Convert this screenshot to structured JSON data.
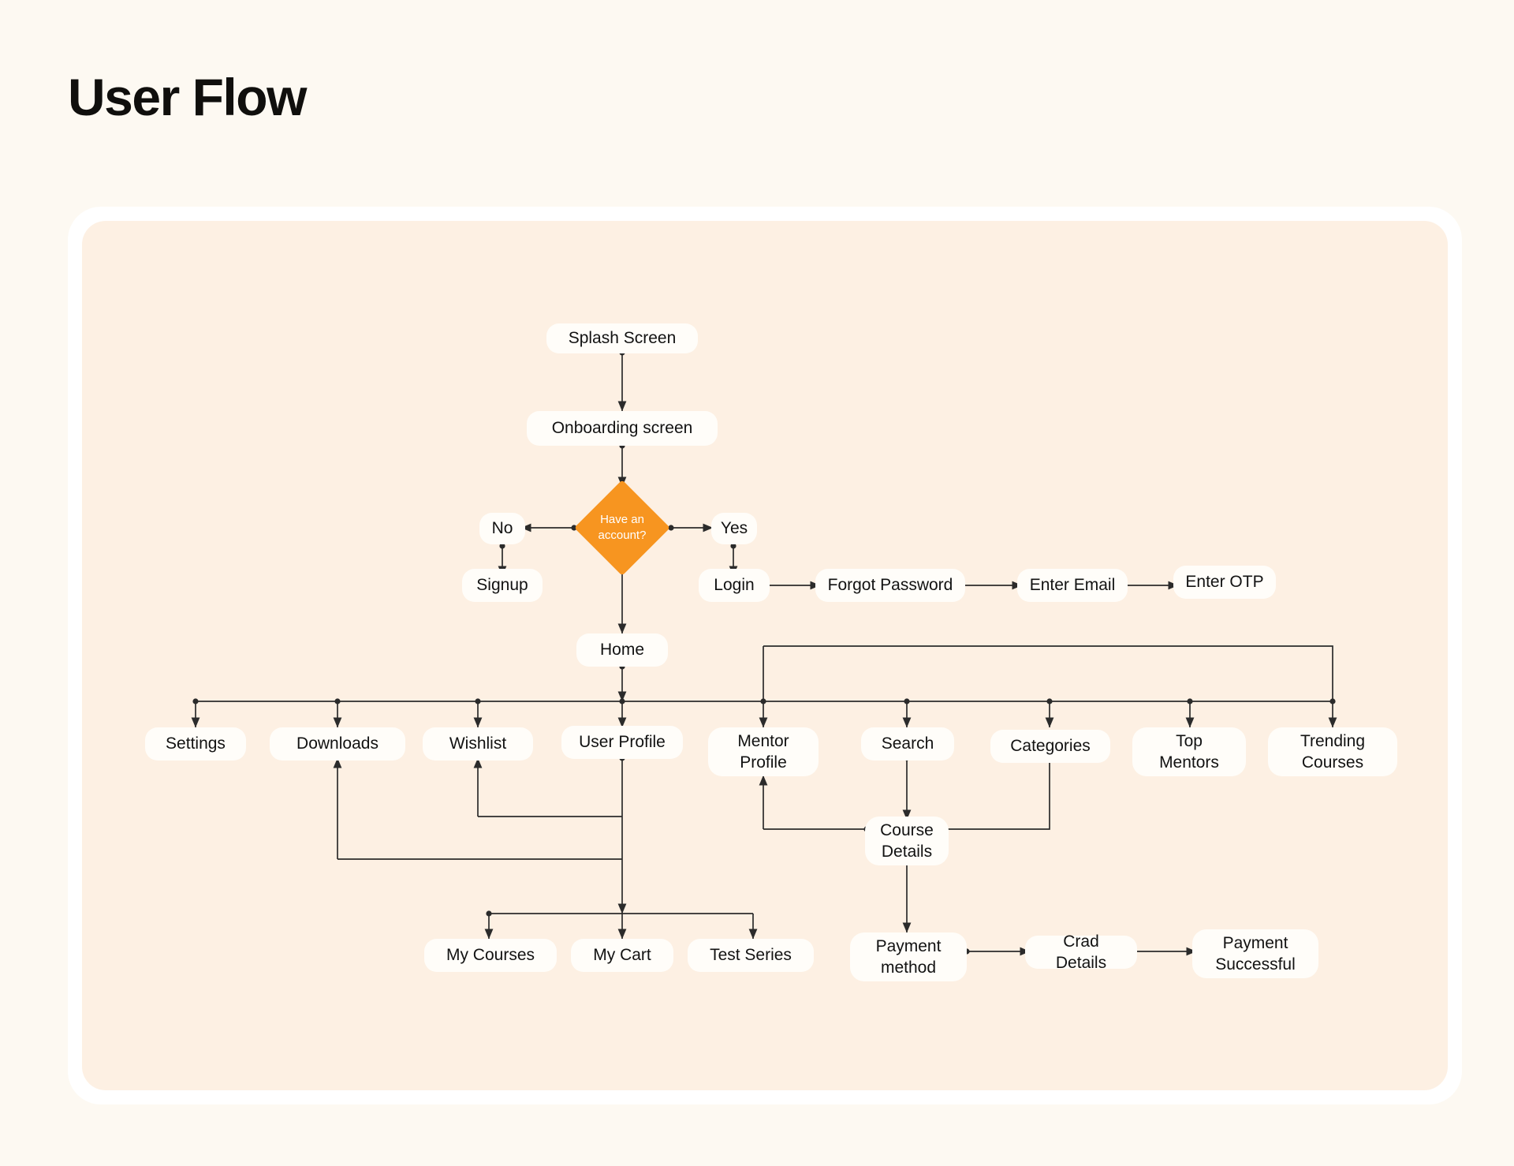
{
  "page": {
    "title": "User Flow",
    "background_color": "#fdf9f2",
    "board_color": "#fdf0e3",
    "node_color": "#fffdf9",
    "accent_color": "#f79520",
    "text_color": "#121212",
    "line_color": "#2b2b2b"
  },
  "decision": {
    "label_line1": "Have an",
    "label_line2": "account?"
  },
  "nodes": {
    "splash": "Splash Screen",
    "onboarding": "Onboarding screen",
    "no": "No",
    "yes": "Yes",
    "signup": "Signup",
    "login": "Login",
    "forgot_password": "Forgot Password",
    "enter_email": "Enter Email",
    "enter_otp": "Enter OTP",
    "home": "Home",
    "settings": "Settings",
    "downloads": "Downloads",
    "wishlist": "Wishlist",
    "user_profile": "User Profile",
    "mentor_profile_l1": "Mentor",
    "mentor_profile_l2": "Profile",
    "search": "Search",
    "categories": "Categories",
    "top_mentors_l1": "Top",
    "top_mentors_l2": "Mentors",
    "trending_courses_l1": "Trending",
    "trending_courses_l2": "Courses",
    "course_details_l1": "Course",
    "course_details_l2": "Details",
    "my_courses": "My Courses",
    "my_cart": "My Cart",
    "test_series": "Test Series",
    "payment_method_l1": "Payment",
    "payment_method_l2": "method",
    "crad_details": "Crad Details",
    "payment_successful_l1": "Payment",
    "payment_successful_l2": "Successful"
  },
  "chart_data": {
    "type": "diagram",
    "title": "User Flow",
    "node_list": [
      "Splash Screen",
      "Onboarding screen",
      "Have an account?",
      "No",
      "Yes",
      "Signup",
      "Login",
      "Forgot Password",
      "Enter Email",
      "Enter OTP",
      "Home",
      "Settings",
      "Downloads",
      "Wishlist",
      "User Profile",
      "Mentor Profile",
      "Search",
      "Categories",
      "Top Mentors",
      "Trending Courses",
      "Course Details",
      "My Courses",
      "My Cart",
      "Test Series",
      "Payment method",
      "Crad Details",
      "Payment Successful"
    ],
    "edges": [
      {
        "from": "Splash Screen",
        "to": "Onboarding screen"
      },
      {
        "from": "Onboarding screen",
        "to": "Have an account?"
      },
      {
        "from": "Have an account?",
        "to": "No"
      },
      {
        "from": "Have an account?",
        "to": "Yes"
      },
      {
        "from": "No",
        "to": "Signup"
      },
      {
        "from": "Yes",
        "to": "Login"
      },
      {
        "from": "Login",
        "to": "Forgot Password"
      },
      {
        "from": "Forgot Password",
        "to": "Enter Email"
      },
      {
        "from": "Enter Email",
        "to": "Enter OTP"
      },
      {
        "from": "Have an account?",
        "to": "Home"
      },
      {
        "from": "Home",
        "to": "Settings"
      },
      {
        "from": "Home",
        "to": "Downloads"
      },
      {
        "from": "Home",
        "to": "Wishlist"
      },
      {
        "from": "Home",
        "to": "User Profile"
      },
      {
        "from": "Home",
        "to": "Mentor Profile"
      },
      {
        "from": "Home",
        "to": "Search"
      },
      {
        "from": "Home",
        "to": "Categories"
      },
      {
        "from": "Home",
        "to": "Top Mentors"
      },
      {
        "from": "Home",
        "to": "Trending Courses"
      },
      {
        "from": "Downloads",
        "to": "User Profile"
      },
      {
        "from": "Wishlist",
        "to": "User Profile"
      },
      {
        "from": "User Profile",
        "to": "My Courses"
      },
      {
        "from": "User Profile",
        "to": "My Cart"
      },
      {
        "from": "User Profile",
        "to": "Test Series"
      },
      {
        "from": "Search",
        "to": "Course Details"
      },
      {
        "from": "Categories",
        "to": "Course Details"
      },
      {
        "from": "Course Details",
        "to": "Mentor Profile"
      },
      {
        "from": "Course Details",
        "to": "Payment method"
      },
      {
        "from": "Payment method",
        "to": "Crad Details"
      },
      {
        "from": "Crad Details",
        "to": "Payment Successful"
      }
    ]
  }
}
